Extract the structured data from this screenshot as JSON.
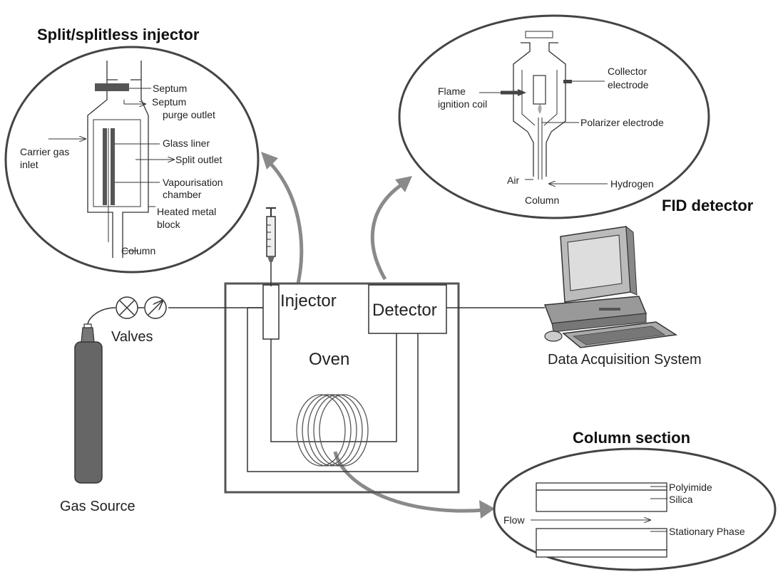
{
  "titles": {
    "injector": "Split/splitless injector",
    "fid": "FID detector",
    "column": "Column section"
  },
  "main": {
    "injector": "Injector",
    "detector": "Detector",
    "oven": "Oven",
    "valves": "Valves",
    "gas_source": "Gas Source",
    "daq": "Data Acquisition System"
  },
  "injector_detail": {
    "septum": "Septum",
    "septum_purge_1": "Septum",
    "septum_purge_2": "purge outlet",
    "carrier_1": "Carrier gas",
    "carrier_2": "inlet",
    "glass_liner": "Glass liner",
    "split_outlet": "Split outlet",
    "vap_1": "Vapourisation",
    "vap_2": "chamber",
    "heated_1": "Heated  metal",
    "heated_2": "block",
    "column": "Column"
  },
  "fid_detail": {
    "flame_1": "Flame",
    "flame_2": "ignition coil",
    "collector_1": "Collector",
    "collector_2": "electrode",
    "polarizer": "Polarizer electrode",
    "air": "Air",
    "hydrogen": "Hydrogen",
    "column": "Column"
  },
  "column_detail": {
    "polyimide": "Polyimide",
    "silica": "Silica",
    "flow": "Flow",
    "stationary": "Stationary Phase"
  },
  "colors": {
    "line": "#333333",
    "cylinder": "#666666",
    "arrow": "#8a8a8a"
  }
}
